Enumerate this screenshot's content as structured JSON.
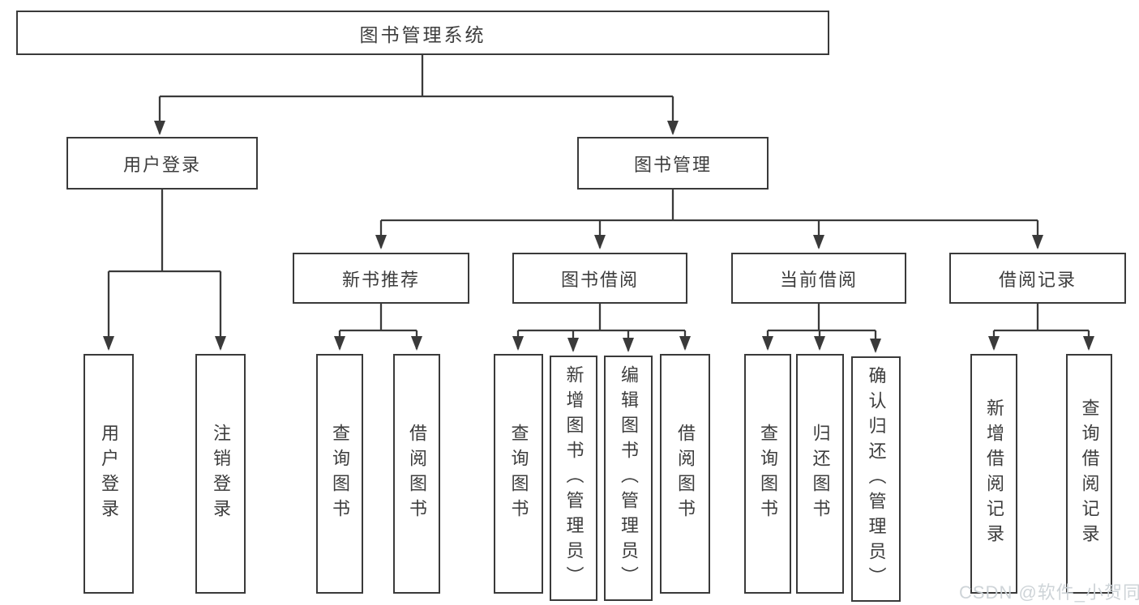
{
  "diagram": {
    "root": {
      "label": "图书管理系统",
      "children": [
        {
          "label": "用户登录",
          "children": [
            {
              "label": "用户登录"
            },
            {
              "label": "注销登录"
            }
          ]
        },
        {
          "label": "图书管理",
          "children": [
            {
              "label": "新书推荐",
              "children": [
                {
                  "label": "查询图书"
                },
                {
                  "label": "借阅图书"
                }
              ]
            },
            {
              "label": "图书借阅",
              "children": [
                {
                  "label": "查询图书"
                },
                {
                  "label": "新增图书（管理员）"
                },
                {
                  "label": "编辑图书（管理员）"
                },
                {
                  "label": "借阅图书"
                }
              ]
            },
            {
              "label": "当前借阅",
              "children": [
                {
                  "label": "查询图书"
                },
                {
                  "label": "归还图书"
                },
                {
                  "label": "确认归还（管理员）"
                }
              ]
            },
            {
              "label": "借阅记录",
              "children": [
                {
                  "label": "新增借阅记录"
                },
                {
                  "label": "查询借阅记录"
                }
              ]
            }
          ]
        }
      ]
    }
  },
  "watermark": {
    "text": "CSDN @软件_小贺同学"
  },
  "colors": {
    "line": "#3a3a3a",
    "text": "#3d3d3d",
    "background": "#ffffff",
    "watermark": "#ccd2d6"
  }
}
